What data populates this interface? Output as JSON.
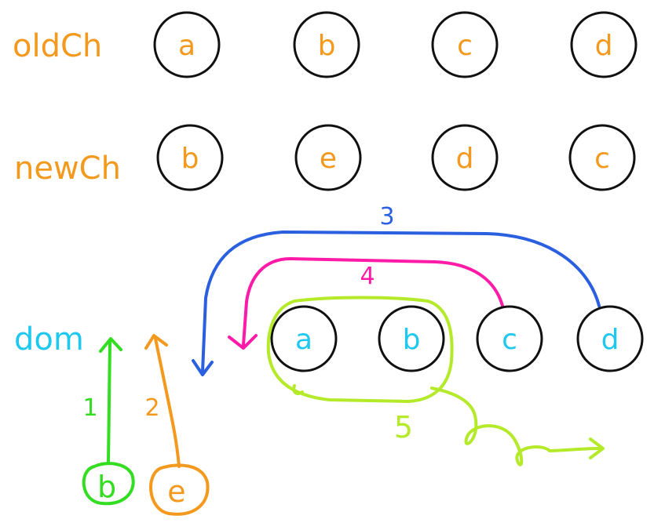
{
  "rows": {
    "old": {
      "label": "oldCh",
      "nodes": [
        "a",
        "b",
        "c",
        "d"
      ]
    },
    "new": {
      "label": "newCh",
      "nodes": [
        "b",
        "e",
        "d",
        "c"
      ]
    },
    "dom": {
      "label": "dom",
      "nodes": [
        "a",
        "b",
        "c",
        "d"
      ]
    }
  },
  "steps": [
    {
      "label": "1",
      "color": "#33dd22"
    },
    {
      "label": "2",
      "color": "#f39a1e"
    },
    {
      "label": "3",
      "color": "#2a5fe0"
    },
    {
      "label": "4",
      "color": "#ff1aa8"
    },
    {
      "label": "5",
      "color": "#b4ea2a"
    }
  ],
  "inserted": [
    {
      "letter": "b",
      "color": "#33dd22"
    },
    {
      "letter": "e",
      "color": "#f39a1e"
    }
  ],
  "colors": {
    "orange": "#f39a1e",
    "cyan": "#1ec8ef",
    "circle_stroke": "#111111"
  }
}
